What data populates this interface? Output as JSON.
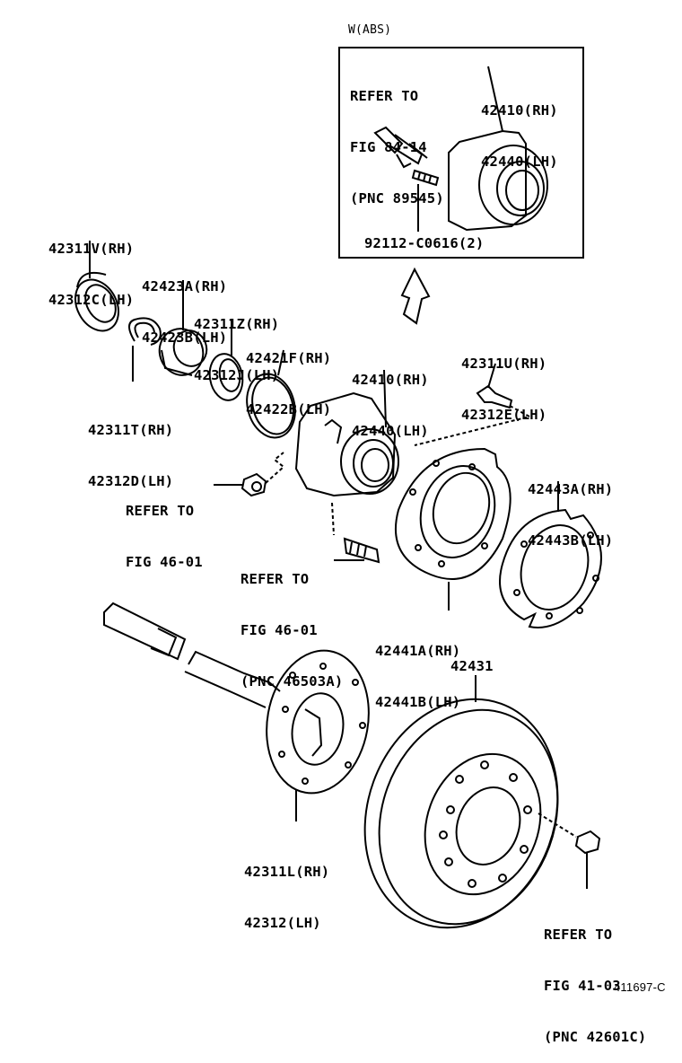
{
  "inset": {
    "title": "W(ABS)",
    "refer": [
      "REFER TO",
      "FIG 84-14",
      "(PNC 89545)"
    ],
    "hub_part": [
      "42410(RH)",
      "42440(LH)"
    ],
    "bolt_part": "92112-C0616(2)"
  },
  "labels": {
    "seal_outer": [
      "42311V(RH)",
      "42312C(LH)"
    ],
    "bearing": [
      "42423A(RH)",
      "42423B(LH)"
    ],
    "seal_inner": [
      "42311Z(RH)",
      "42312J(LH)"
    ],
    "oring": [
      "42421F(RH)",
      "42422B(LH)"
    ],
    "hub": [
      "42410(RH)",
      "42440(LH)"
    ],
    "snap_ring": [
      "42311T(RH)",
      "42312D(LH)"
    ],
    "bolt_top": [
      "42311U(RH)",
      "42312E(LH)"
    ],
    "nut_refer": [
      "REFER TO",
      "FIG 46-01"
    ],
    "stud_refer": [
      "REFER TO",
      "FIG 46-01",
      "(PNC 46503A)"
    ],
    "gasket": [
      "42443A(RH)",
      "42443B(LH)"
    ],
    "dust_cover": [
      "42441A(RH)",
      "42441B(LH)"
    ],
    "axle_shaft": [
      "42311L(RH)",
      "42312(LH)"
    ],
    "disc": "42431",
    "lugnut_refer": [
      "REFER TO",
      "FIG 41-03",
      "(PNC 42601C)"
    ]
  },
  "footer": {
    "code": "411697-C"
  }
}
